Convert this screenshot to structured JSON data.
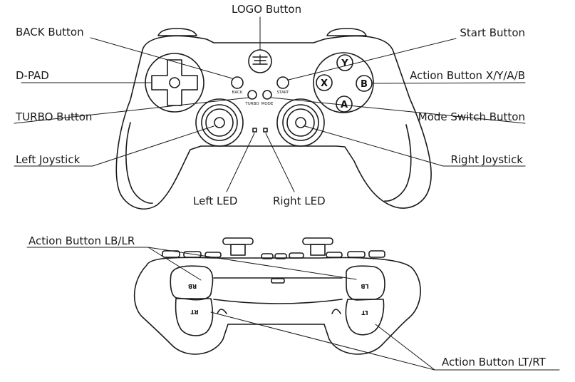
{
  "labels": {
    "logo": "LOGO Button",
    "back": "BACK Button",
    "start": "Start Button",
    "dpad": "D-PAD",
    "xyab": "Action Button X/Y/A/B",
    "turbo": "TURBO Button",
    "mode": "Mode Switch Button",
    "left_joystick": "Left Joystick",
    "right_joystick": "Right Joystick",
    "left_led": "Left LED",
    "right_led": "Right LED",
    "lb_lr": "Action Button LB/LR",
    "lt_rt": "Action Button LT/RT"
  },
  "controller_text": {
    "back": "BACK",
    "start": "START",
    "turbo": "TURBO",
    "mode": "MODE",
    "y": "Y",
    "x": "X",
    "b": "B",
    "a": "A",
    "lb": "LB",
    "rb": "RB",
    "lt": "LT",
    "rt": "RT"
  }
}
